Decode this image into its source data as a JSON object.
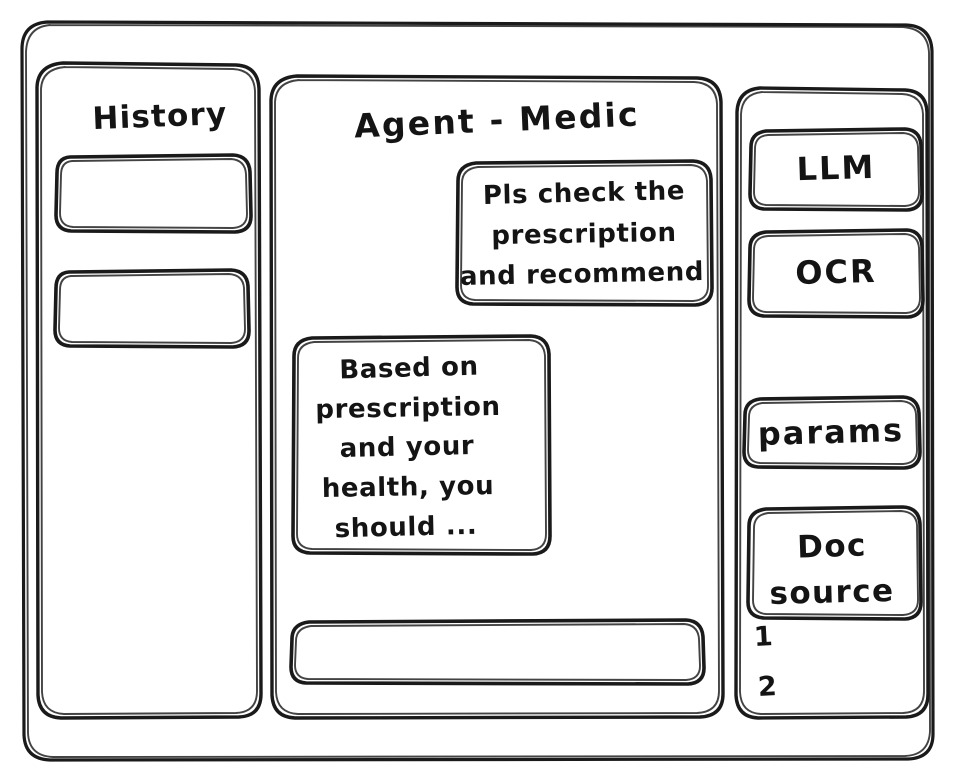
{
  "app": {
    "type": "wireframe-sketch",
    "style": "hand-drawn",
    "stroke_color": "#1a1a1a",
    "background_color": "#ffffff"
  },
  "left_panel": {
    "name": "history-panel",
    "title": "History",
    "items": [
      {
        "label": ""
      },
      {
        "label": ""
      }
    ]
  },
  "main_panel": {
    "name": "agent-chat-panel",
    "title": "Agent - Medic",
    "messages": [
      {
        "role": "user",
        "align": "right",
        "lines": [
          "Pls check the",
          "prescription",
          "and recommend"
        ]
      },
      {
        "role": "assistant",
        "align": "left",
        "lines": [
          "Based on",
          "prescription",
          "and your",
          "health, you",
          "should ..."
        ]
      }
    ],
    "composer": {
      "name": "message-input",
      "value": "",
      "placeholder": ""
    }
  },
  "right_panel": {
    "name": "tools-panel",
    "buttons": [
      {
        "label": "LLM"
      },
      {
        "label": "OCR"
      },
      {
        "label": "params"
      }
    ],
    "doc_source": {
      "title_lines": [
        "Doc",
        "source"
      ],
      "list": [
        "1",
        "2"
      ]
    }
  }
}
